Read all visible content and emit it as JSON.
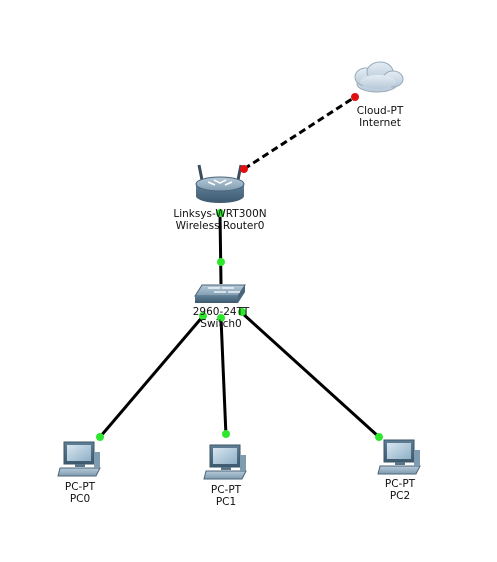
{
  "nodes": {
    "cloud": {
      "line1": "Cloud-PT",
      "line2": "Internet"
    },
    "router": {
      "line1": "Linksys-WRT300N",
      "line2": "Wireless Router0"
    },
    "switch": {
      "line1": "2960-24TT",
      "line2": "Switch0"
    },
    "pc0": {
      "line1": "PC-PT",
      "line2": "PC0"
    },
    "pc1": {
      "line1": "PC-PT",
      "line2": "PC1"
    },
    "pc2": {
      "line1": "PC-PT",
      "line2": "PC2"
    }
  },
  "colors": {
    "link_up": "#2ee62e",
    "link_down": "#e01010",
    "cable": "#000000"
  }
}
